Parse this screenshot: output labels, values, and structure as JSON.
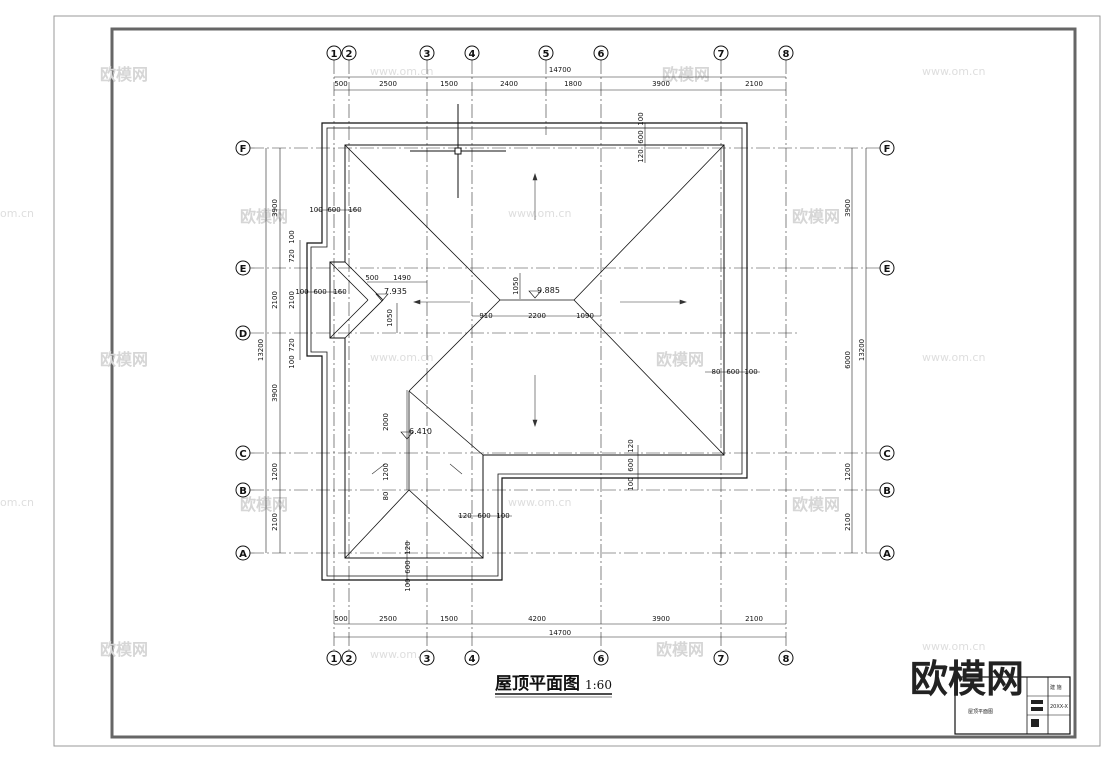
{
  "drawing": {
    "title": "屋顶平面图",
    "scale": "1:60",
    "grid_top": [
      "1",
      "2",
      "3",
      "4",
      "5",
      "6",
      "7",
      "8"
    ],
    "grid_bottom": [
      "1",
      "2",
      "3",
      "4",
      "6",
      "7",
      "8"
    ],
    "grid_rows": [
      "F",
      "E",
      "D",
      "C",
      "B",
      "A"
    ],
    "top_dims": [
      "500",
      "2500",
      "1500",
      "2400",
      "1800",
      "3900",
      "2100"
    ],
    "top_total": "14700",
    "bottom_dims": [
      "500",
      "2500",
      "1500",
      "4200",
      "3900",
      "2100"
    ],
    "bottom_total": "14700",
    "left_dims": [
      "3900",
      "2100",
      "3900",
      "1200",
      "2100"
    ],
    "left_total": "13200",
    "right_dims": [
      "3900",
      "6000",
      "1200",
      "2100"
    ],
    "right_total": "13200",
    "eave_dims": {
      "top": [
        "100",
        "600",
        "120"
      ],
      "left_upper": [
        "100",
        "600",
        "160"
      ],
      "bay_h": [
        "100",
        "600",
        "160"
      ],
      "bay_v": [
        "100",
        "720",
        "2100",
        "720",
        "100"
      ],
      "right": [
        "80",
        "600",
        "100"
      ],
      "inner_corner_v": [
        "120",
        "600",
        "100"
      ],
      "inner_corner_h": [
        "120",
        "600",
        "100"
      ],
      "bottom": [
        "120",
        "600",
        "100"
      ]
    },
    "ridge_dims": [
      "910",
      "2200",
      "1090"
    ],
    "ridge_height": "1050",
    "bay_dims": [
      "500",
      "1490",
      "1050"
    ],
    "wing_dims": [
      "2000",
      "1200",
      "80"
    ],
    "elevations": [
      "9.885",
      "7.935",
      "6.410"
    ]
  },
  "watermarks": {
    "brand": "欧模网",
    "url": "www.om.cn",
    "url_short": "om.cn"
  },
  "title_block": {
    "drawing_name": "屋顶平面图",
    "cells": [
      "建 施",
      "20XX-X"
    ]
  },
  "colors": {
    "line": "#111111",
    "axis": "#222222",
    "frame": "#555555",
    "watermark": "#d6d6d6"
  },
  "icons": [
    "crosshair-cursor-icon",
    "slope-arrow-icon",
    "elevation-marker-icon"
  ]
}
